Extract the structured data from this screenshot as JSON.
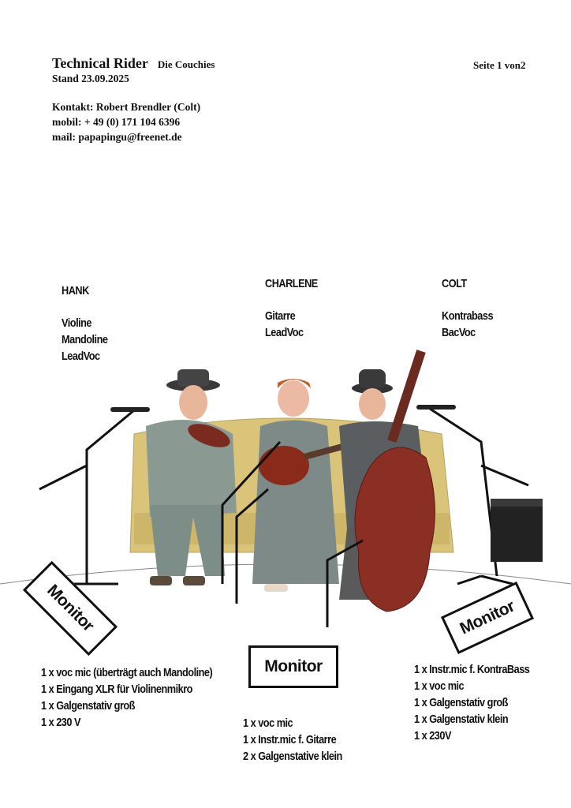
{
  "header": {
    "title": "Technical Rider",
    "band": "Die Couchies",
    "page": "Seite 1 von2",
    "date": "Stand 23.09.2025",
    "contact": "Kontakt: Robert Brendler (Colt)",
    "mobile": "mobil: + 49 (0) 171 104 6396",
    "mail": "mail: papapingu@freenet.de"
  },
  "musicians": [
    {
      "name": "HANK",
      "roles": [
        "Violine",
        "Mandoline",
        "LeadVoc"
      ]
    },
    {
      "name": "CHARLENE",
      "roles": [
        "Gitarre",
        "LeadVoc"
      ]
    },
    {
      "name": "COLT",
      "roles": [
        "Kontrabass",
        "BacVoc"
      ]
    }
  ],
  "monitor_label": "Monitor",
  "requirements": {
    "hank": [
      "1 x voc mic (überträgt auch Mandoline)",
      "1 x Eingang XLR für Violinenmikro",
      "1 x Galgenstativ groß",
      "1 x 230 V"
    ],
    "charlene": [
      "1 x voc mic",
      "1 x Instr.mic f. Gitarre",
      "2 x Galgenstative klein"
    ],
    "colt": [
      "1 x Instr.mic  f. KontraBass",
      "1 x voc mic",
      "1 x Galgenstativ groß",
      "1 x Galgenstativ klein",
      "1 x 230V"
    ]
  }
}
